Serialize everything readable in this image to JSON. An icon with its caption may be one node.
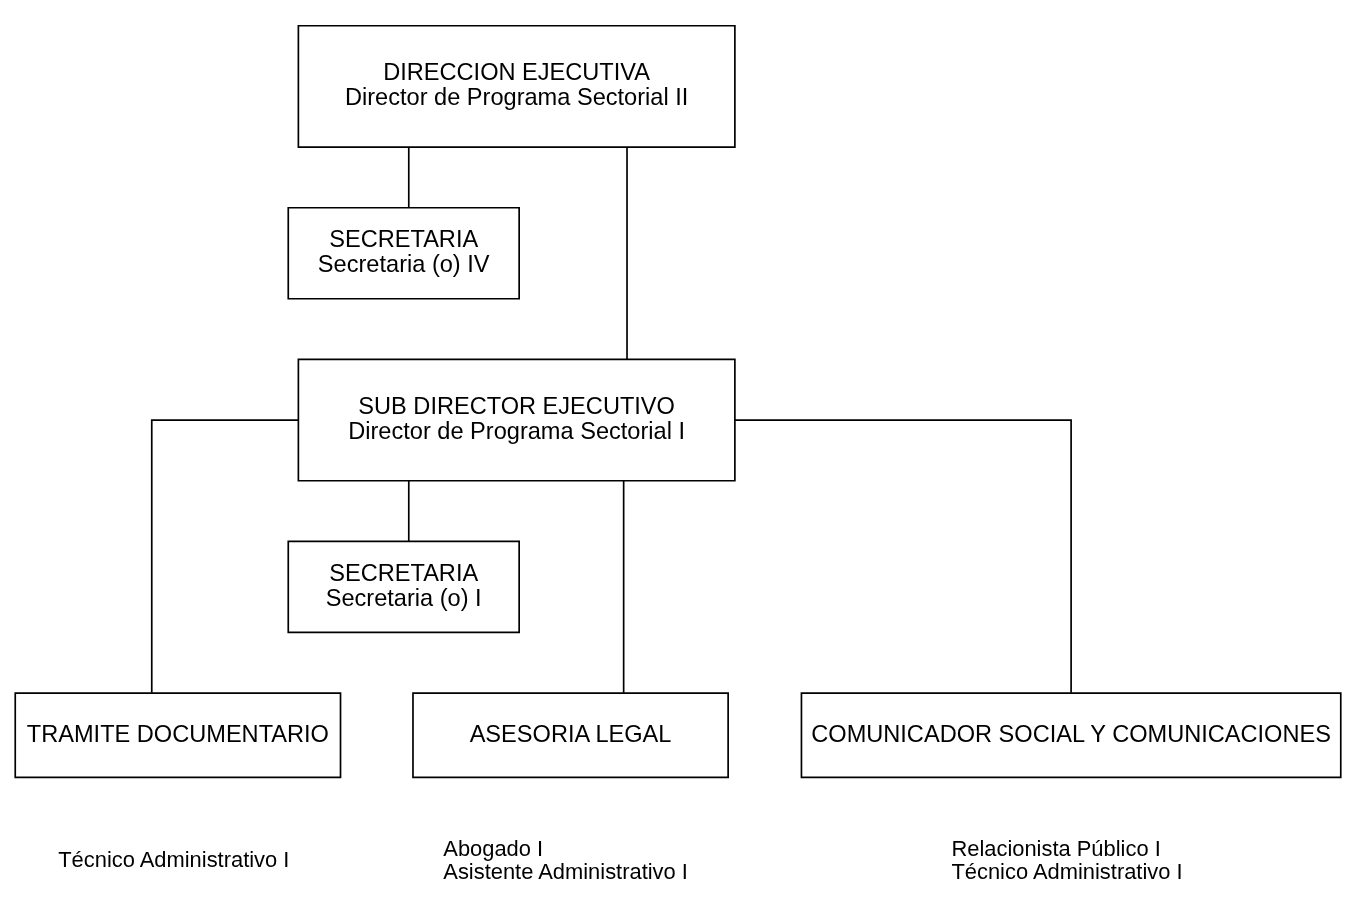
{
  "diagram": {
    "nodes": [
      {
        "text": [
          "DIRECCION EJECUTIVA",
          "Director de Programa Sectorial II"
        ]
      },
      {
        "text": [
          "SECRETARIA",
          "Secretaria (o) IV"
        ]
      },
      {
        "text": [
          "SUB DIRECTOR EJECUTIVO",
          "Director de Programa Sectorial I"
        ]
      },
      {
        "text": [
          "SECRETARIA",
          "Secretaria (o) I"
        ]
      },
      {
        "text": [
          "TRAMITE DOCUMENTARIO"
        ],
        "beside": [
          "Técnico Administrativo I"
        ]
      },
      {
        "text": [
          "ASESORIA LEGAL"
        ],
        "beside": [
          "Abogado I",
          "Asistente Administrativo I"
        ]
      },
      {
        "text": [
          "COMUNICADOR SOCIAL Y COMUNICACIONES"
        ],
        "beside": [
          "Relacionista Público I",
          "Técnico Administrativo I"
        ]
      }
    ],
    "edges": [
      {
        "from": 0,
        "to": 1,
        "arrow": "none"
      },
      {
        "from": 0,
        "to": 2,
        "arrow": "none"
      },
      {
        "from": 2,
        "to": 3,
        "arrow": "none"
      },
      {
        "from": 2,
        "to": 4,
        "arrow": "none"
      },
      {
        "from": 2,
        "to": 5,
        "arrow": "none"
      },
      {
        "from": 2,
        "to": 6,
        "arrow": "none"
      }
    ]
  }
}
